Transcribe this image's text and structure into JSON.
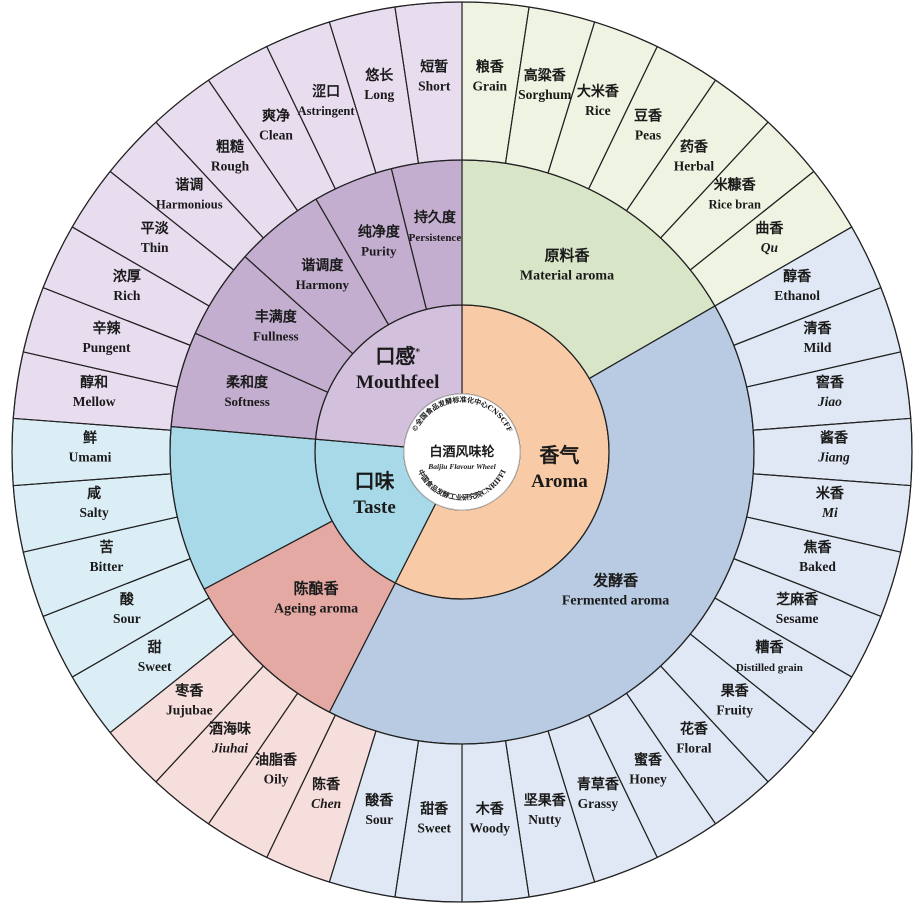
{
  "center": {
    "title": "白酒风味轮",
    "subtitle": "Baijiu Flavour Wheel",
    "seal_top": "©全国食品发酵标准化中心CNSCFF",
    "seal_bottom": "中国食品发酵工业研究院CNRIFFI"
  },
  "colors": {
    "aroma_inner": "#f8cba6",
    "material_mid": "#d8e5c6",
    "fermented_mid": "#b8cbe2",
    "ageing_mid": "#e4a9a3",
    "taste_mid": "#a8d9e8",
    "mouthfeel_inner": "#d3c0dd",
    "mouthfeel_mid": "#c3aed0",
    "material_outer": "#eef3e2",
    "fermented_outer": "#dfe8f4",
    "ageing_outer": "#f6dedc",
    "taste_outer": "#dbeef5",
    "mouthfeel_outer": "#e8ddef"
  },
  "inner": [
    {
      "cn": "香气",
      "en": "Aroma"
    },
    {
      "cn": "口味",
      "en": "Taste"
    },
    {
      "cn": "口感",
      "sup": "*",
      "en": "Mouthfeel"
    }
  ],
  "middle": [
    {
      "cn": "原料香",
      "en": "Material aroma"
    },
    {
      "cn": "发酵香",
      "en": "Fermented aroma"
    },
    {
      "cn": "陈酿香",
      "en": "Ageing aroma"
    },
    {
      "cn": "柔和度",
      "en": "Softness"
    },
    {
      "cn": "丰满度",
      "en": "Fullness"
    },
    {
      "cn": "谐调度",
      "en": "Harmony"
    },
    {
      "cn": "纯净度",
      "en": "Purity"
    },
    {
      "cn": "持久度",
      "en": "Persistence"
    }
  ],
  "outer": [
    {
      "cn": "粮香",
      "en": "Grain"
    },
    {
      "cn": "高粱香",
      "en": "Sorghum"
    },
    {
      "cn": "大米香",
      "en": "Rice"
    },
    {
      "cn": "豆香",
      "en": "Peas"
    },
    {
      "cn": "药香",
      "en": "Herbal"
    },
    {
      "cn": "米糠香",
      "en": "Rice bran"
    },
    {
      "cn": "曲香",
      "en": "Qu",
      "italic": true
    },
    {
      "cn": "醇香",
      "en": "Ethanol"
    },
    {
      "cn": "清香",
      "en": "Mild"
    },
    {
      "cn": "窖香",
      "en": "Jiao",
      "italic": true
    },
    {
      "cn": "酱香",
      "en": "Jiang",
      "italic": true
    },
    {
      "cn": "米香",
      "en": "Mi",
      "italic": true
    },
    {
      "cn": "焦香",
      "en": "Baked"
    },
    {
      "cn": "芝麻香",
      "en": "Sesame"
    },
    {
      "cn": "糟香",
      "en": "Distilled grain"
    },
    {
      "cn": "果香",
      "en": "Fruity"
    },
    {
      "cn": "花香",
      "en": "Floral"
    },
    {
      "cn": "蜜香",
      "en": "Honey"
    },
    {
      "cn": "青草香",
      "en": "Grassy"
    },
    {
      "cn": "坚果香",
      "en": "Nutty"
    },
    {
      "cn": "木香",
      "en": "Woody"
    },
    {
      "cn": "甜香",
      "en": "Sweet"
    },
    {
      "cn": "酸香",
      "en": "Sour"
    },
    {
      "cn": "陈香",
      "en": "Chen",
      "italic": true
    },
    {
      "cn": "油脂香",
      "en": "Oily"
    },
    {
      "cn": "酒海味",
      "en": "Jiuhai",
      "italic": true
    },
    {
      "cn": "枣香",
      "en": "Jujubae"
    },
    {
      "cn": "甜",
      "en": "Sweet"
    },
    {
      "cn": "酸",
      "en": "Sour"
    },
    {
      "cn": "苦",
      "en": "Bitter"
    },
    {
      "cn": "咸",
      "en": "Salty"
    },
    {
      "cn": "鲜",
      "en": "Umami"
    },
    {
      "cn": "醇和",
      "en": "Mellow"
    },
    {
      "cn": "辛辣",
      "en": "Pungent"
    },
    {
      "cn": "浓厚",
      "en": "Rich"
    },
    {
      "cn": "平淡",
      "en": "Thin"
    },
    {
      "cn": "谐调",
      "en": "Harmonious"
    },
    {
      "cn": "粗糙",
      "en": "Rough"
    },
    {
      "cn": "爽净",
      "en": "Clean"
    },
    {
      "cn": "涩口",
      "en": "Astringent"
    },
    {
      "cn": "悠长",
      "en": "Long"
    },
    {
      "cn": "短暂",
      "en": "Short"
    }
  ]
}
